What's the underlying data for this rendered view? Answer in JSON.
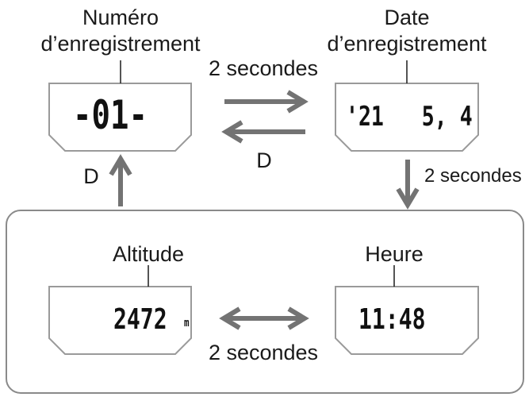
{
  "labels": {
    "record_number": [
      "Numéro",
      "d’enregistrement"
    ],
    "record_date": [
      "Date",
      "d’enregistrement"
    ],
    "altitude": "Altitude",
    "time": "Heure"
  },
  "transitions": {
    "top_right": "2 secondes",
    "top_left": "D",
    "right_down": "2 secondes",
    "left_up": "D",
    "bottom": "2 secondes"
  },
  "displays": {
    "record_number": "-01-",
    "record_date": "'21   5, 4",
    "altitude_value": "2472",
    "altitude_unit": "m",
    "time": "11:48"
  },
  "colors": {
    "arrow": "#737373",
    "outline": "#8a8a8a"
  }
}
